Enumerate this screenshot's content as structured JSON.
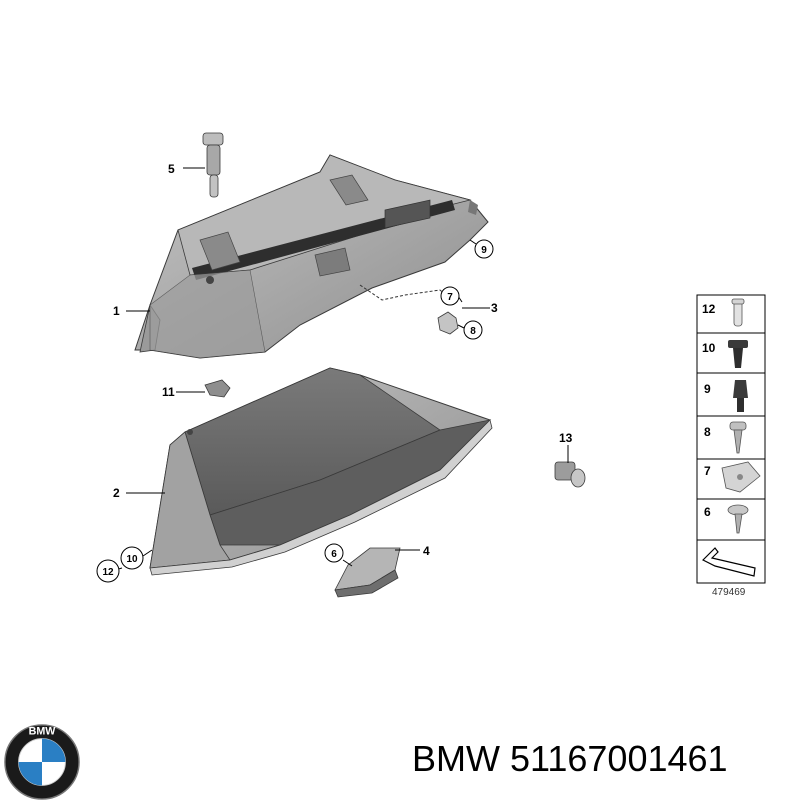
{
  "diagram": {
    "callouts": [
      "1",
      "2",
      "3",
      "4",
      "5",
      "6",
      "7",
      "8",
      "9",
      "10",
      "11",
      "12",
      "13"
    ],
    "circled": {
      "c9": "9",
      "c7": "7",
      "c8": "8",
      "c6": "6",
      "c10": "10",
      "c12": "12"
    },
    "legend": [
      "12",
      "10",
      "9",
      "8",
      "7",
      "6"
    ],
    "diagram_code": "479469"
  },
  "brand": {
    "logo_text": "BMW",
    "name": "BMW",
    "part_number": "51167001461"
  },
  "colors": {
    "part_fill": "#a9a9a9",
    "part_dark": "#6e6e6e",
    "part_light": "#c8c8c8",
    "outline": "#3a3a3a",
    "logo_blue": "#2a7fc4"
  }
}
